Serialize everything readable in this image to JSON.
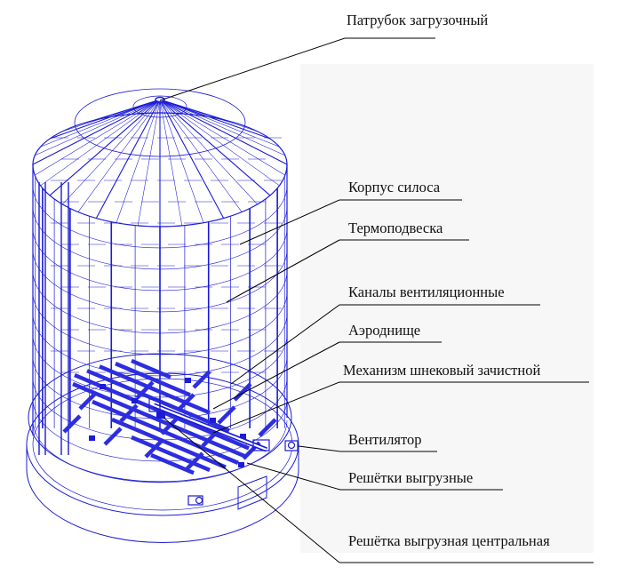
{
  "labels": {
    "loading_nozzle": "Патрубок загрузочный",
    "silo_body": "Корпус силоса",
    "thermal_suspension": "Термоподвеска",
    "ventilation_channels": "Каналы вентиляционные",
    "aeration_floor": "Аэроднище",
    "sweep_auger": "Механизм шнековый зачистной",
    "fan": "Вентилятор",
    "unloading_grates": "Решётки выгрузные",
    "central_unloading_grate": "Решётка выгрузная центральная"
  },
  "colors": {
    "structure": "#1b1bd6",
    "channels": "#2d2ddf",
    "leader": "#000000",
    "background": "#ffffff"
  }
}
